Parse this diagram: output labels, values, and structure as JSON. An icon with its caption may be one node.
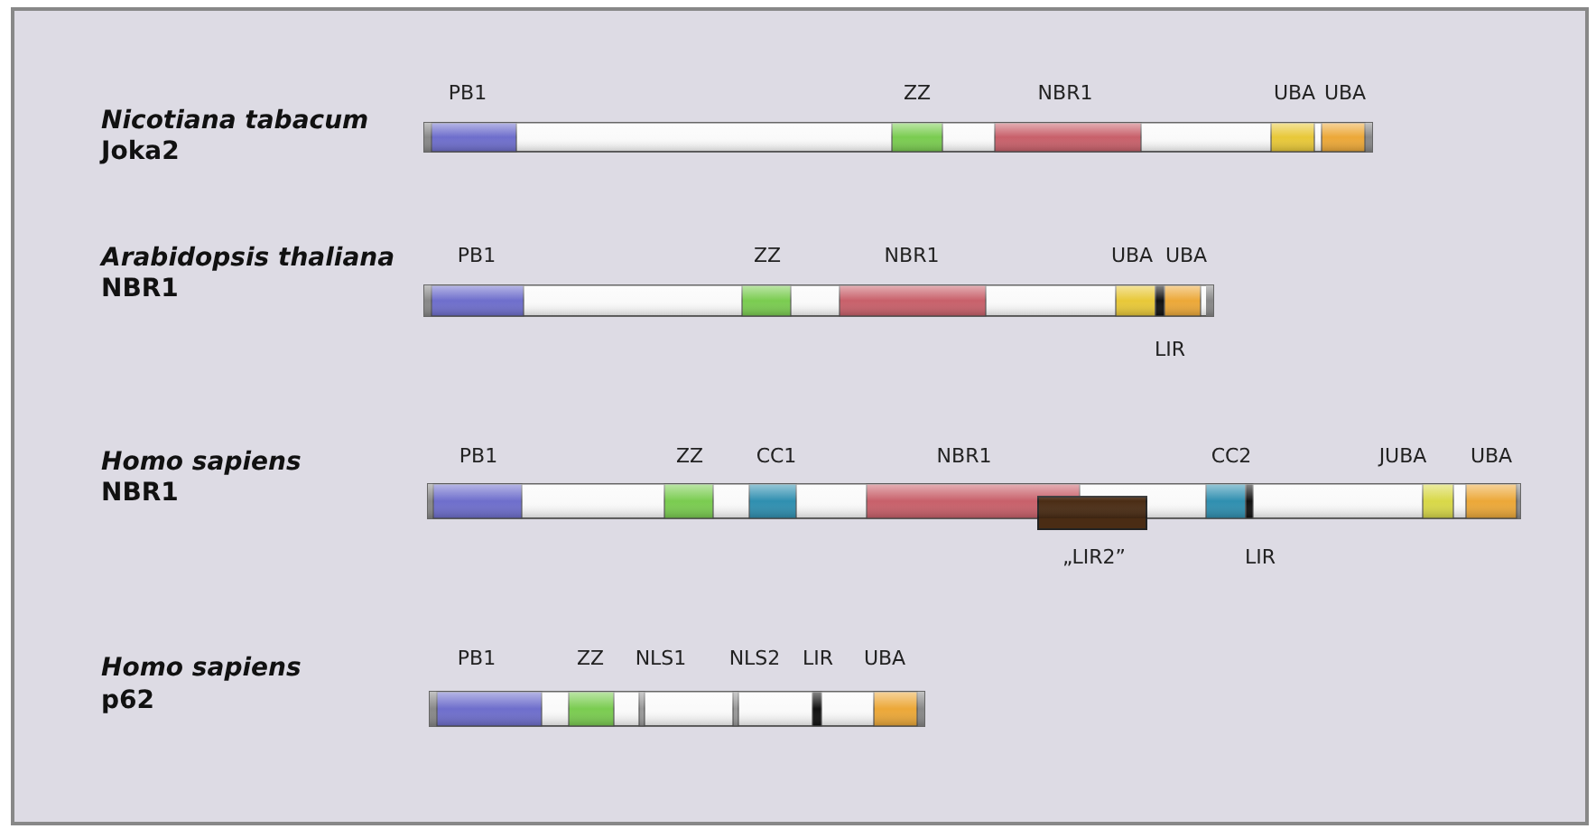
{
  "diagram": {
    "labels": [
      "Nicotiana tabacum",
      "Joka2",
      "PB1",
      "ZZ",
      "NBR1",
      "UBA",
      "UBA",
      "Arabidopsis thaliana",
      "NBR1",
      "PB1",
      "ZZ",
      "NBR1",
      "UBA",
      "UBA",
      "LIR",
      "Homo sapiens",
      "NBR1",
      "PB1",
      "ZZ",
      "CC1",
      "NBR1",
      "CC2",
      "JUBA",
      "UBA",
      "„LIR2”",
      "LIR",
      "Homo sapiens",
      "p62",
      "PB1",
      "ZZ",
      "NLS1",
      "NLS2",
      "LIR",
      "UBA"
    ]
  }
}
